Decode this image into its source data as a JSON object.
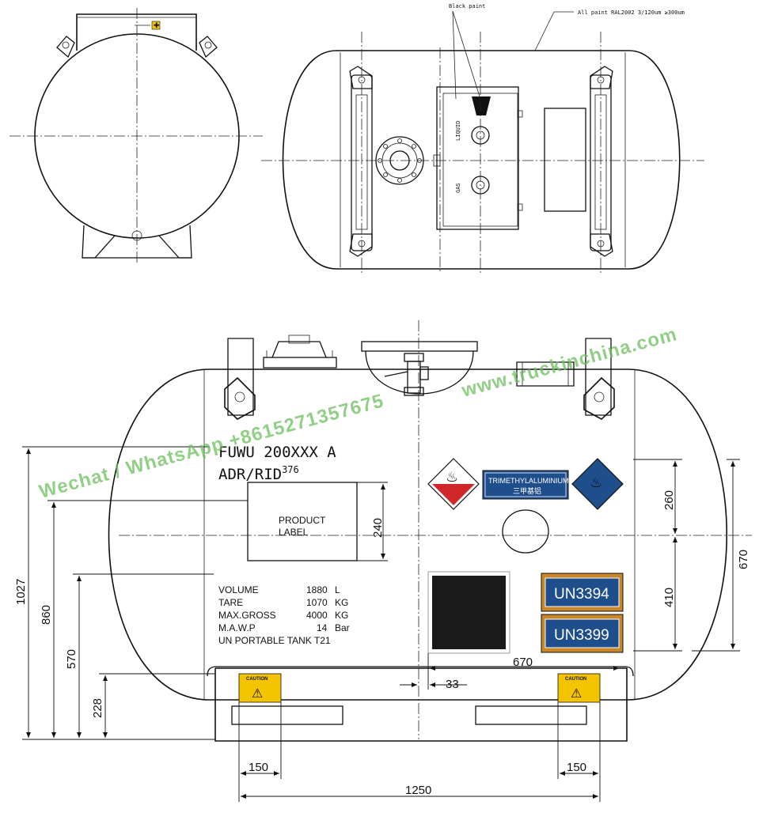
{
  "notes": {
    "black_paint": "Black paint",
    "all_paint": "All paint RAL2002  3/120um  ≥300um",
    "liquid": "LIQUID",
    "gas": "GAS"
  },
  "nameplate": {
    "line1": "FUWU 200XXX A",
    "line2": "ADR/RID",
    "line2_sup": "376",
    "product_label": [
      "PRODUCT",
      "LABEL"
    ],
    "specs": [
      {
        "k": "VOLUME",
        "v": "1880",
        "u": "L"
      },
      {
        "k": "TARE",
        "v": "1070",
        "u": "KG"
      },
      {
        "k": "MAX.GROSS",
        "v": "4000",
        "u": "KG"
      },
      {
        "k": "M.A.W.P",
        "v": "14",
        "u": "Bar"
      }
    ],
    "tank_type": "UN PORTABLE TANK T21"
  },
  "labels": {
    "chemical": "TRIMETHYLALUMINIUM",
    "chemical_cn": "三甲基铝",
    "un1": "UN3394",
    "un2": "UN3399",
    "caution": "CAUTION"
  },
  "dimensions": {
    "d1027": "1027",
    "d860": "860",
    "d570": "570",
    "d228": "228",
    "d240": "240",
    "d260": "260",
    "d410": "410",
    "d670_right": "670",
    "d670": "670",
    "d33": "33",
    "d150_left": "150",
    "d150_right": "150",
    "d1250": "1250"
  },
  "watermark": {
    "left": "Wechat / WhatsApp +8615271357675",
    "right": "www.truckinchina.com"
  },
  "colors": {
    "watermark": "#6cbf5d",
    "un_plate_bg": "#1f4e8c",
    "un_plate_border": "#c8862a",
    "flammable_red": "#d0282a",
    "flammable_blue": "#1f4e8c",
    "caution_yellow": "#f5c400"
  }
}
